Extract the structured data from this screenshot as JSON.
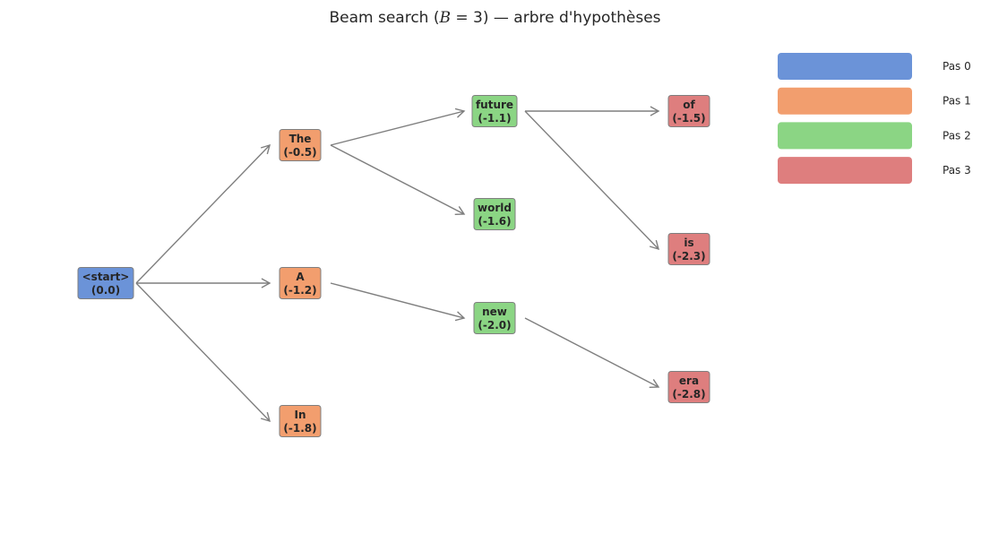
{
  "title": {
    "prefix": "Beam search (",
    "symbol": "B",
    "suffix": " = 3) — arbre d'hypothèses"
  },
  "colors": {
    "step0": "#6b93d8",
    "step1": "#f29e6e",
    "step2": "#8bd584",
    "step3": "#de7e7e",
    "edge": "#7f7f7f",
    "node_border": "#7f7f7f"
  },
  "legend": [
    {
      "label": "Pas 0",
      "step": 0
    },
    {
      "label": "Pas 1",
      "step": 1
    },
    {
      "label": "Pas 2",
      "step": 2
    },
    {
      "label": "Pas 3",
      "step": 3
    }
  ],
  "nodes": [
    {
      "id": "start",
      "token": "<start>",
      "score": "(0.0)",
      "step": 0
    },
    {
      "id": "the",
      "token": "The",
      "score": "(-0.5)",
      "step": 1
    },
    {
      "id": "a",
      "token": "A",
      "score": "(-1.2)",
      "step": 1
    },
    {
      "id": "in",
      "token": "In",
      "score": "(-1.8)",
      "step": 1
    },
    {
      "id": "future",
      "token": "future",
      "score": "(-1.1)",
      "step": 2
    },
    {
      "id": "world",
      "token": "world",
      "score": "(-1.6)",
      "step": 2
    },
    {
      "id": "new",
      "token": "new",
      "score": "(-2.0)",
      "step": 2
    },
    {
      "id": "of",
      "token": "of",
      "score": "(-1.5)",
      "step": 3
    },
    {
      "id": "is",
      "token": "is",
      "score": "(-2.3)",
      "step": 3
    },
    {
      "id": "era",
      "token": "era",
      "score": "(-2.8)",
      "step": 3
    }
  ],
  "edges": [
    {
      "from": "start",
      "to": "the"
    },
    {
      "from": "start",
      "to": "a"
    },
    {
      "from": "start",
      "to": "in"
    },
    {
      "from": "the",
      "to": "future"
    },
    {
      "from": "the",
      "to": "world"
    },
    {
      "from": "a",
      "to": "new"
    },
    {
      "from": "future",
      "to": "of"
    },
    {
      "from": "future",
      "to": "is"
    },
    {
      "from": "new",
      "to": "era"
    }
  ]
}
